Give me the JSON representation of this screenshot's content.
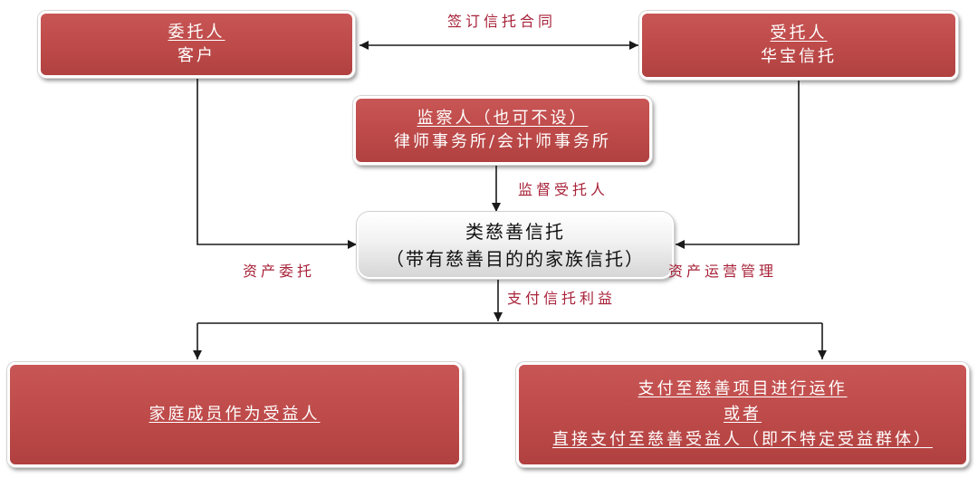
{
  "boxes": {
    "settlor": {
      "title": "委托人",
      "subtitle": "客户"
    },
    "trustee": {
      "title": "受托人",
      "subtitle": "华宝信托"
    },
    "supervisor": {
      "title": "监察人（也可不设）",
      "subtitle": "律师事务所/会计师事务所"
    },
    "trust": {
      "title": "类慈善信托",
      "subtitle": "（带有慈善目的的家族信托）"
    },
    "family": {
      "title": "家庭成员作为受益人"
    },
    "charity": {
      "line1": "支付至慈善项目进行运作",
      "line2": "或者",
      "line3": "直接支付至慈善受益人（即不特定受益群体）"
    }
  },
  "labels": {
    "contract": "签订信托合同",
    "supervise": "监督受托人",
    "asset_entrust": "资产委托",
    "asset_manage": "资产运营管理",
    "pay_benefit": "支付信托利益"
  },
  "colors": {
    "box_top": "#c85655",
    "box_mid": "#bd4a49",
    "box_bottom": "#b04140",
    "label_text": "#a8233a",
    "arrow": "#1a1a1a",
    "trust_top": "#ffffff",
    "trust_bottom": "#d6d6d6",
    "trust_text": "#111111"
  }
}
